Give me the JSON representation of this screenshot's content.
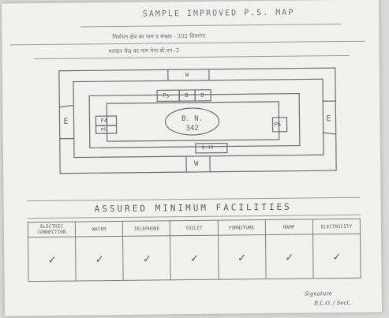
{
  "header": {
    "title": "SAMPLE   IMPROVED   P.S. MAP",
    "line1": "निर्वाचन क्षेत्र का नाम व संख्या - 202 शिवगंगा",
    "line2": "मतदान केंद्र    का नाम    मेना बी.एन.-3"
  },
  "map": {
    "labels": {
      "top_w": "W",
      "bottom_w": "W",
      "left_e": "E",
      "right_e": "E",
      "ps": "Ps",
      "b1": "B",
      "b2": "B",
      "p4": "P4",
      "ps_small": "PS",
      "p6": "P6",
      "bottom_box": "B-49",
      "bn_line1": "B. N.",
      "bn_line2": "342"
    }
  },
  "facilities": {
    "title": "ASSURED  MINIMUM  FACILITIES",
    "columns": [
      "ELECTRIC CONNECTION",
      "WATER",
      "TELEPHONE",
      "TOILET",
      "FURNITURE",
      "RAMP",
      "ELECTRICITY"
    ],
    "checks": [
      "✓",
      "✓",
      "✓",
      "✓",
      "✓",
      "✓",
      "✓"
    ]
  },
  "signature": {
    "line1": "Signature",
    "line2": "B.L.O. / Sect."
  }
}
